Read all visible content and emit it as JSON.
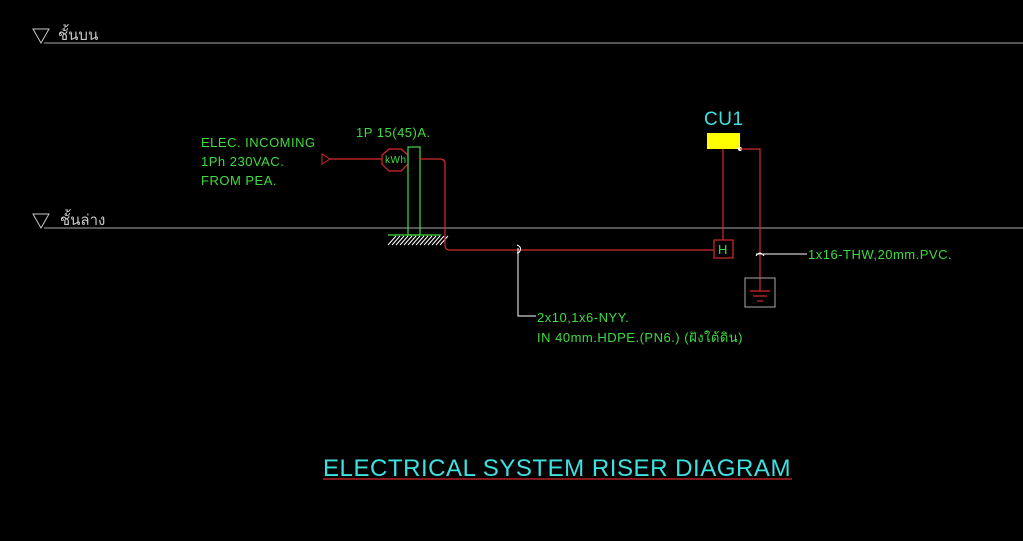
{
  "colors": {
    "background": "#000000",
    "level_line": "#a8a8a8",
    "wire": "#d42a2a",
    "annotation_text": "#3fdc3f",
    "title_text": "#40e0e0",
    "panel_fill": "#ffff00",
    "leader": "#ffffff",
    "meter_post": "#3fdc3f"
  },
  "levels": [
    {
      "label": "ชั้นบน",
      "icon": "level-marker-triangle"
    },
    {
      "label": "ชั้นล่าง",
      "icon": "level-marker-triangle"
    }
  ],
  "incoming": {
    "lines": [
      "ELEC. INCOMING",
      "1Ph 230VAC.",
      "FROM PEA."
    ],
    "icon": "service-entry-arrow"
  },
  "meter": {
    "rating": "1P 15(45)A.",
    "symbol_label": "kWh",
    "icon": "kwh-meter"
  },
  "panel": {
    "name": "CU1",
    "icon": "consumer-unit"
  },
  "junction": {
    "label": "H",
    "icon": "handhole-box"
  },
  "feeder_cable": {
    "lines": [
      "2x10,1x6-NYY.",
      "IN 40mm.HDPE.(PN6.) (ฝังใต้ดิน)"
    ]
  },
  "ground_cable": {
    "label": "1x16-THW,20mm.PVC.",
    "icon": "ground-electrode"
  },
  "title": "ELECTRICAL SYSTEM RISER DIAGRAM"
}
